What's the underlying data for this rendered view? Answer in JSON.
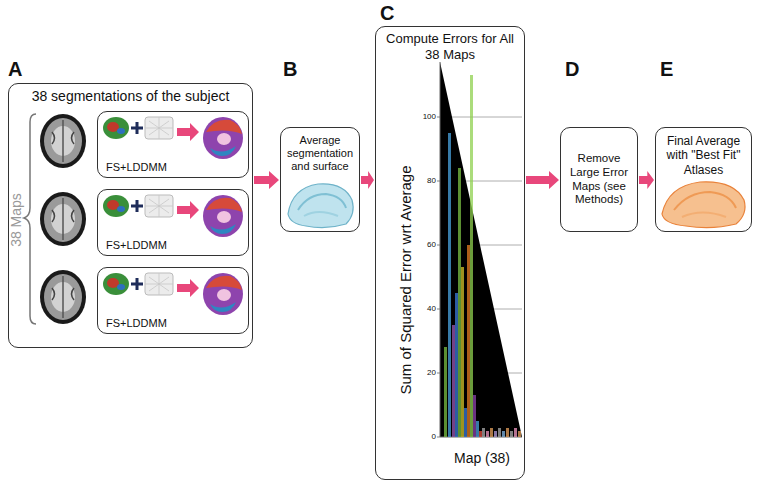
{
  "diagram": {
    "nodes": [
      {
        "text": [
          "38 segmentations of the subject"
        ]
      },
      {
        "text": [
          "FS+LDDMM"
        ],
        "in": 0
      },
      {
        "text": [
          "FS+LDDMM"
        ],
        "in": 0
      },
      {
        "text": [
          "FS+LDDMM"
        ],
        "in": 0
      },
      {
        "text": [
          "Average segmentation and surface"
        ]
      },
      {
        "text": [
          "Compute Errors for All 38 Maps"
        ]
      },
      {
        "text": [
          "Remove Large Error Maps (see Methods)"
        ]
      },
      {
        "text": [
          "Final Average with \"Best Fit\" Atlases"
        ]
      }
    ],
    "edges": [
      {
        "from": 0,
        "to": 4,
        "arrow": "to"
      },
      {
        "from": 4,
        "to": 5,
        "arrow": "to"
      },
      {
        "from": 5,
        "to": 6,
        "arrow": "to"
      },
      {
        "from": 6,
        "to": 7,
        "arrow": "to"
      }
    ],
    "labels": [
      "A",
      "B",
      "C",
      "D",
      "E",
      "38 Maps",
      "Sum of Squared Error wrt Average",
      "Map (38)",
      "100",
      "80",
      "60",
      "40",
      "20",
      "0"
    ]
  }
}
